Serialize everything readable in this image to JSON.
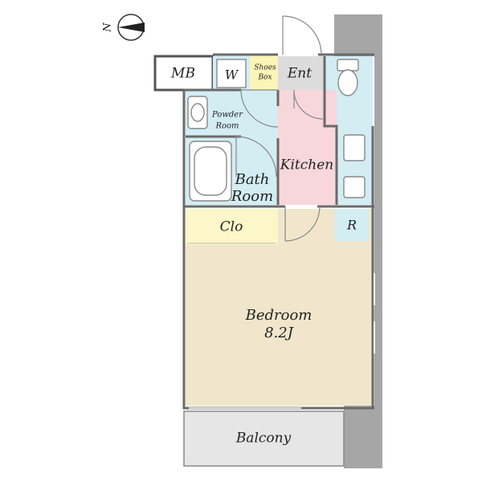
{
  "compass": {
    "letter": "N"
  },
  "rooms": {
    "mb": "MB",
    "washer": "W",
    "shoes_box_line1": "Shoes",
    "shoes_box_line2": "Box",
    "entrance": "Ent",
    "powder_room_line1": "Powder",
    "powder_room_line2": "Room",
    "kitchen": "Kitchen",
    "bath_room_line1": "Bath",
    "bath_room_line2": "Room",
    "closet": "Clo",
    "refrigerator": "R",
    "bedroom": "Bedroom",
    "bedroom_size": "8.2J",
    "balcony": "Balcony"
  },
  "colors": {
    "bedroom": "#f1e6cc",
    "water_area": "#d3edf3",
    "kitchen": "#f8d7dc",
    "entrance": "#dcdcdc",
    "closet": "#fbf7c9",
    "shoes_box": "#fbf5b8",
    "balcony": "#e6e6e6",
    "structure": "#a6a6a6",
    "mb": "#ffffff"
  }
}
